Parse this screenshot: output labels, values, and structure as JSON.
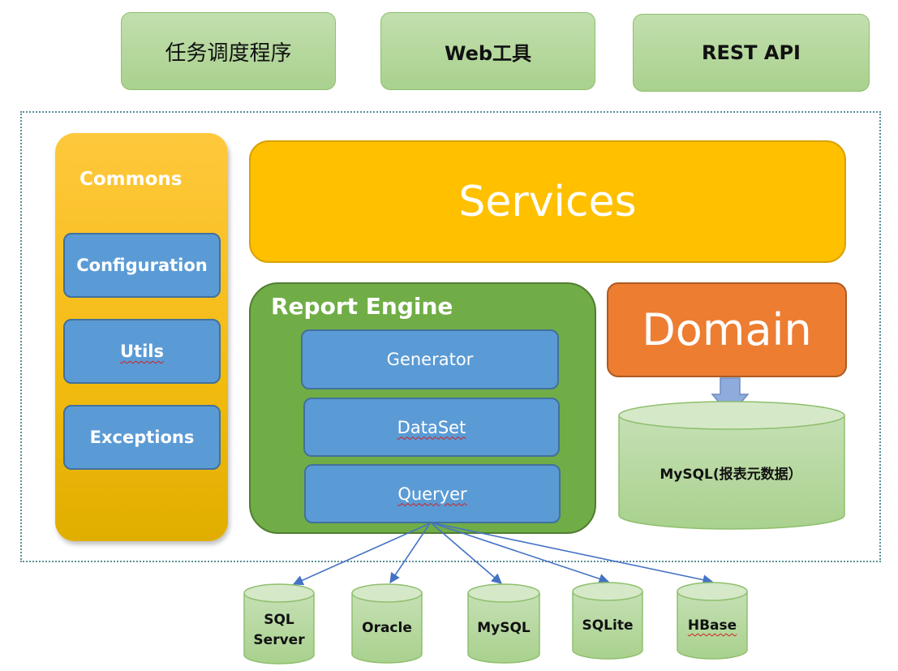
{
  "top_boxes": [
    {
      "label": "任务调度程序"
    },
    {
      "label": "Web工具"
    },
    {
      "label": "REST API"
    }
  ],
  "commons": {
    "title": "Commons",
    "items": [
      {
        "label": "Configuration"
      },
      {
        "label": "Utils"
      },
      {
        "label": "Exceptions"
      }
    ]
  },
  "services": {
    "label": "Services"
  },
  "report_engine": {
    "title": "Report Engine",
    "items": [
      {
        "label": "Generator"
      },
      {
        "label": "DataSet"
      },
      {
        "label": "Queryer"
      }
    ]
  },
  "domain": {
    "label": "Domain"
  },
  "metadata_db": {
    "label": "MySQL(报表元数据）"
  },
  "datasources": [
    {
      "label_line1": "SQL",
      "label_line2": "Server"
    },
    {
      "label_line1": "Oracle",
      "label_line2": ""
    },
    {
      "label_line1": "MySQL",
      "label_line2": ""
    },
    {
      "label_line1": "SQLite",
      "label_line2": ""
    },
    {
      "label_line1": "HBase",
      "label_line2": ""
    }
  ],
  "colors": {
    "green_light": "#a9d18e",
    "gold": "#ffc000",
    "blue": "#5b9bd5",
    "green": "#70ad47",
    "orange": "#ed7d31",
    "arrow_blue": "#4472c4"
  }
}
